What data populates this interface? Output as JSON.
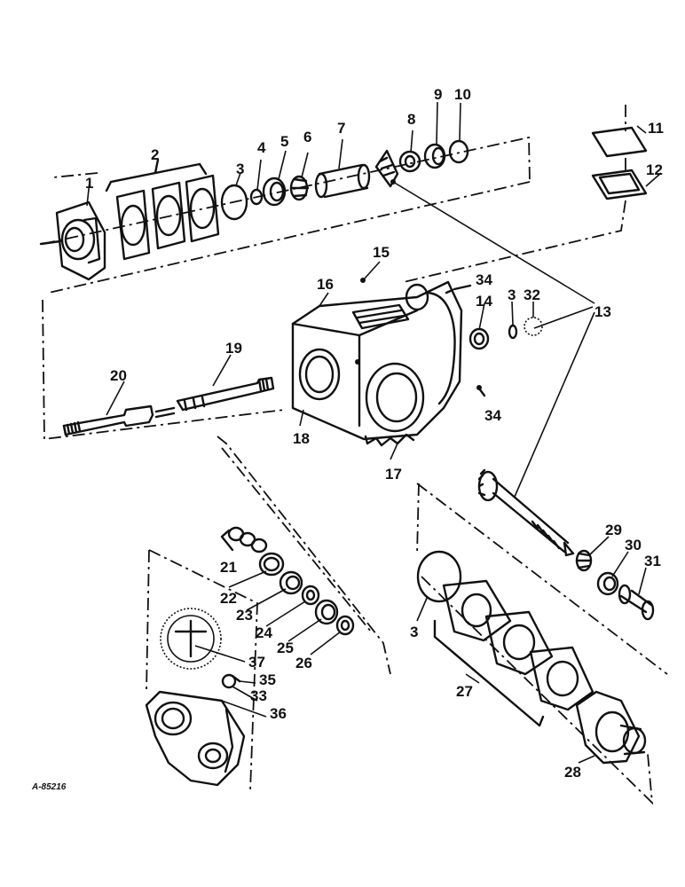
{
  "diagram": {
    "ref_code": "A-85216",
    "callouts": {
      "c1": "1",
      "c2": "2",
      "c3a": "3",
      "c4": "4",
      "c5": "5",
      "c6": "6",
      "c7": "7",
      "c8": "8",
      "c9": "9",
      "c10": "10",
      "c11": "11",
      "c12": "12",
      "c13": "13",
      "c14": "14",
      "c3b": "3",
      "c32": "32",
      "c34a": "34",
      "c15": "15",
      "c16": "16",
      "c19": "19",
      "c20": "20",
      "c34b": "34",
      "c18": "18",
      "c17": "17",
      "c21": "21",
      "c22": "22",
      "c23": "23",
      "c24": "24",
      "c25": "25",
      "c26": "26",
      "c3c": "3",
      "c27": "27",
      "c28": "28",
      "c29": "29",
      "c30": "30",
      "c31": "31",
      "c37": "37",
      "c35": "35",
      "c33": "33",
      "c36": "36"
    }
  }
}
